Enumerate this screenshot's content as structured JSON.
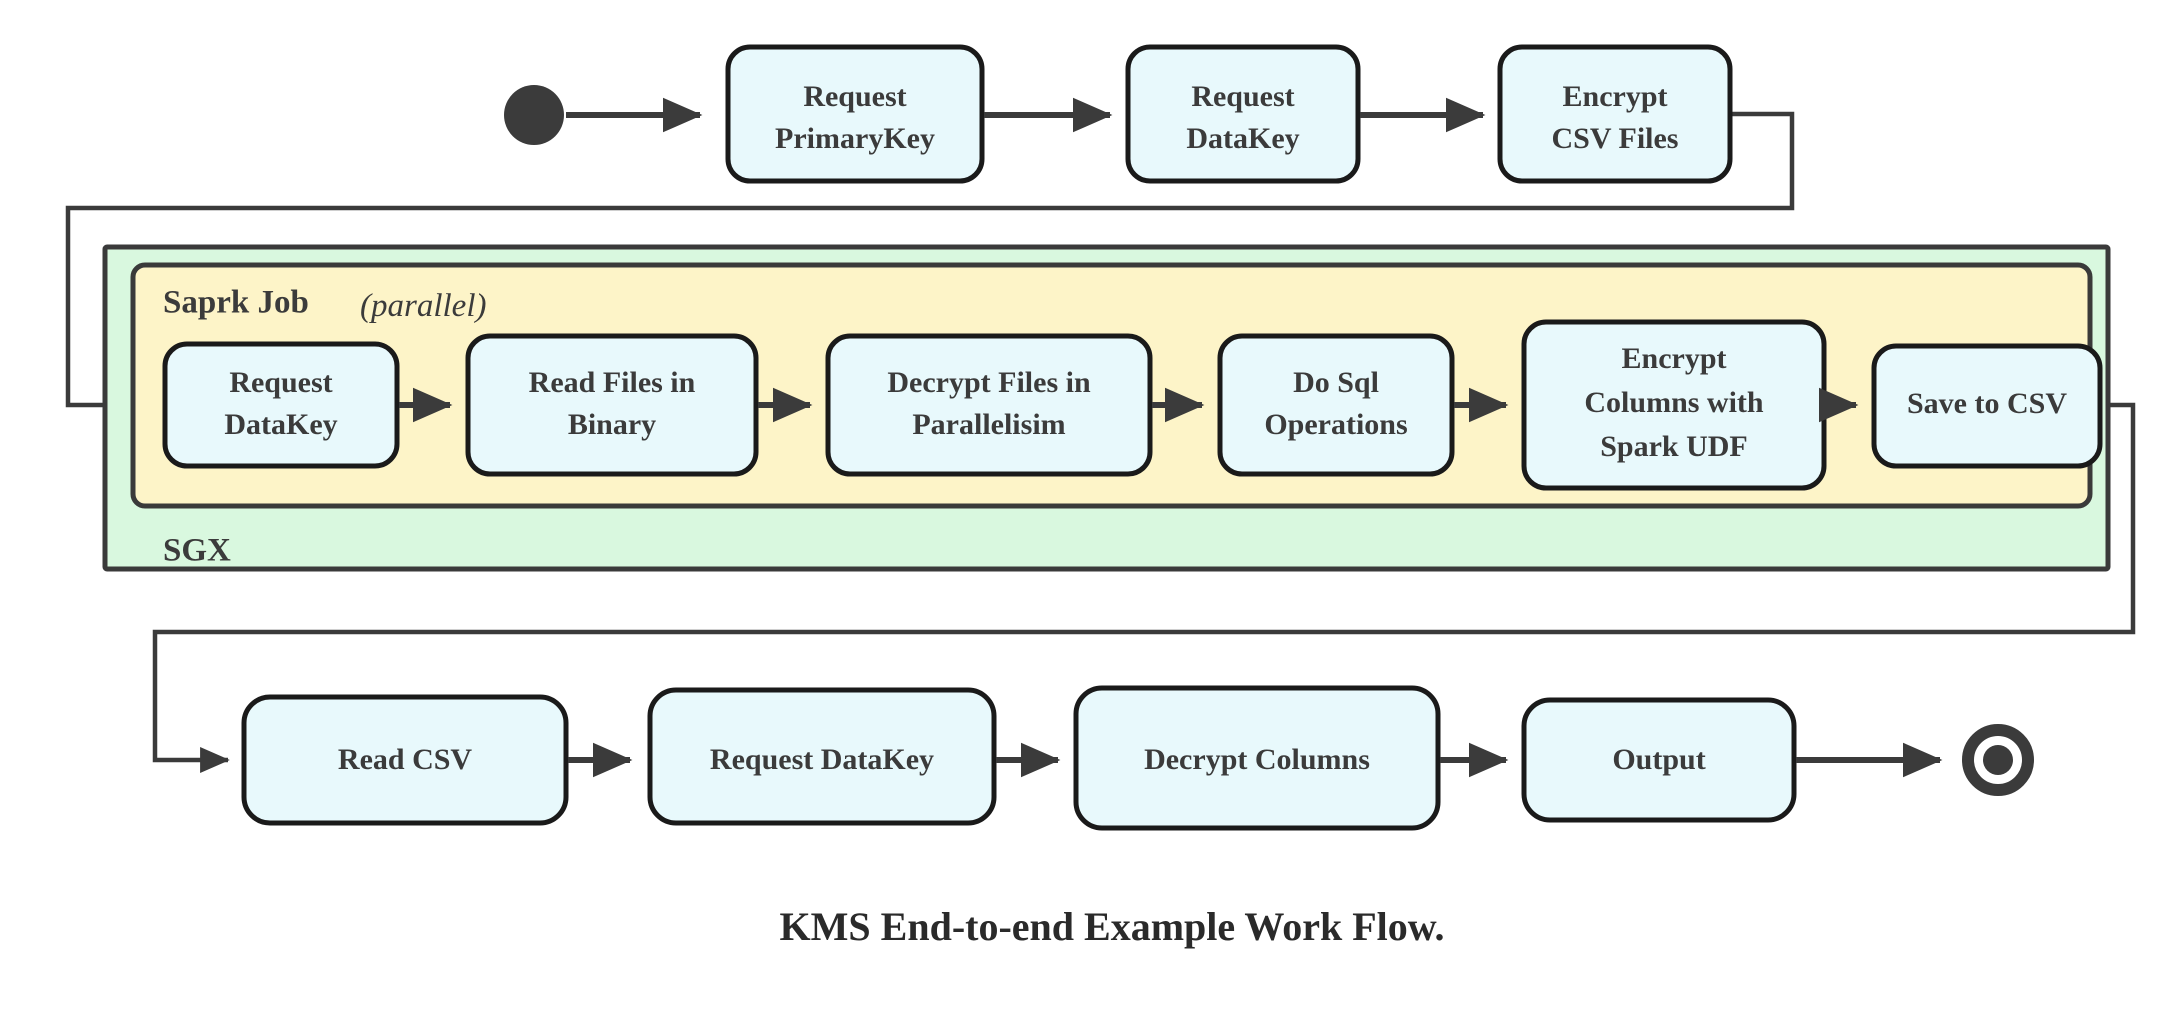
{
  "diagram": {
    "caption": "KMS End-to-end Example Work Flow.",
    "colors": {
      "node_fill": "#e8f9fc",
      "node_stroke": "#1a1a1a",
      "sgx_fill": "#d9f8df",
      "spark_fill": "#fdf4c8",
      "edge": "#3b3b3b",
      "text": "#3b3b3b",
      "background": "#ffffff"
    },
    "start_node": {
      "name": "start"
    },
    "end_node": {
      "name": "end"
    },
    "containers": [
      {
        "id": "sgx",
        "label": "SGX",
        "label_suffix": ""
      },
      {
        "id": "spark-job",
        "label": "Saprk Job",
        "label_suffix": "(parallel)"
      }
    ],
    "top_row": [
      {
        "id": "request-primarykey",
        "lines": [
          "Request",
          "PrimaryKey"
        ]
      },
      {
        "id": "request-datakey-top",
        "lines": [
          "Request",
          "DataKey"
        ]
      },
      {
        "id": "encrypt-csv-files",
        "lines": [
          "Encrypt",
          "CSV Files"
        ]
      }
    ],
    "spark_row": [
      {
        "id": "request-datakey-spark",
        "lines": [
          "Request",
          "DataKey"
        ]
      },
      {
        "id": "read-files-in-binary",
        "lines": [
          "Read Files in",
          "Binary"
        ]
      },
      {
        "id": "decrypt-files-in-parallelisim",
        "lines": [
          "Decrypt Files in",
          "Parallelisim"
        ]
      },
      {
        "id": "do-sql-operations",
        "lines": [
          "Do Sql",
          "Operations"
        ]
      },
      {
        "id": "encrypt-columns-with-spark-udf",
        "lines": [
          "Encrypt",
          "Columns with",
          "Spark UDF"
        ]
      },
      {
        "id": "save-to-csv",
        "lines": [
          "Save to CSV"
        ]
      }
    ],
    "bottom_row": [
      {
        "id": "read-csv",
        "lines": [
          "Read CSV"
        ]
      },
      {
        "id": "request-datakey-bottom",
        "lines": [
          "Request DataKey"
        ]
      },
      {
        "id": "decrypt-columns",
        "lines": [
          "Decrypt Columns"
        ]
      },
      {
        "id": "output",
        "lines": [
          "Output"
        ]
      }
    ]
  }
}
